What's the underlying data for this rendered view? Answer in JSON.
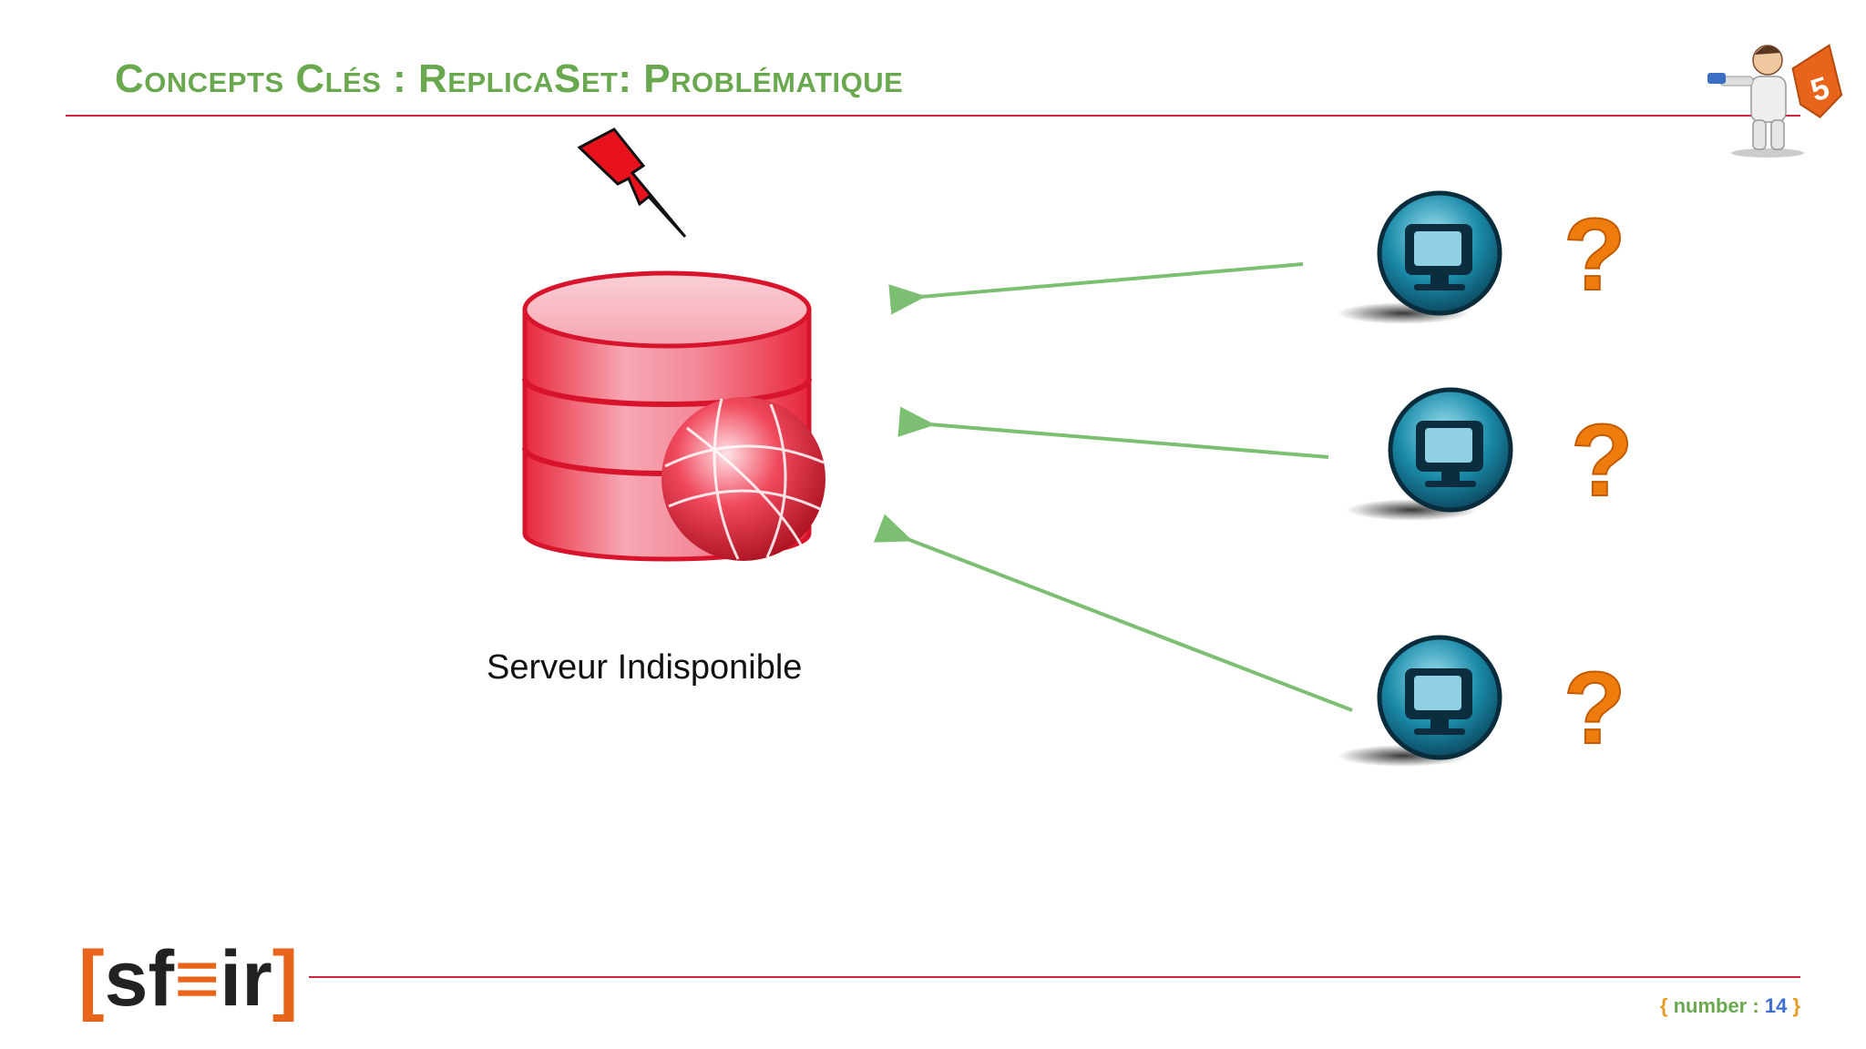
{
  "slide": {
    "title": "Concepts Clés : ReplicaSet: Problématique",
    "server_caption": "Serveur Indisponible",
    "client_status_glyph": "?",
    "number_label": "number",
    "number_sep": ":",
    "number_value": "14",
    "brace_open": "{",
    "brace_close": "}"
  },
  "logo": {
    "bracket_open": "[",
    "text_left": "sf",
    "symbol": "≡",
    "text_right": "ir",
    "bracket_close": "]"
  },
  "colors": {
    "title_green": "#6aa84f",
    "rule_red": "#d0243c",
    "server_red": "#e8283c",
    "arrow_green": "#7cbf72",
    "client_blue": "#1a8aa8",
    "question_orange": "#ef7d0e",
    "logo_orange": "#e8641b"
  },
  "icons": [
    "lightning-icon",
    "database-server-icon",
    "client-computer-icon",
    "question-mark-icon",
    "html5-mascot-icon"
  ]
}
